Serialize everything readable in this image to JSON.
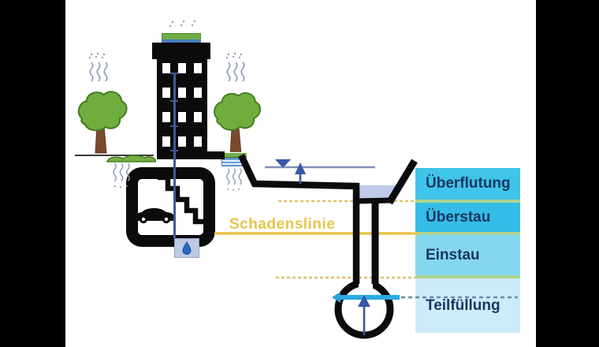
{
  "panel": {
    "bands": [
      {
        "label": "Überflutung",
        "color": "#41c4ea"
      },
      {
        "label": "Überstau",
        "color": "#35bce7"
      },
      {
        "label": "Einstau",
        "color": "#86d6f1"
      },
      {
        "label": "Teilfüllung",
        "color": "#cdebf8"
      }
    ],
    "separator_color": "#aed491",
    "text_color": "#17375e"
  },
  "annotations": {
    "damage_line_label": "Schadenslinie",
    "damage_line_color": "#e8c44a",
    "guide_dash_color": "#dfc169"
  },
  "colors": {
    "background": "#000000",
    "canvas": "#ffffff",
    "structure_black": "#0b0b0b",
    "tree_foliage": "#6fae3e",
    "tree_trunk": "#7b4a2d",
    "roof_green": "#70ad47",
    "roof_blue": "#4a7ebb",
    "rain_gray": "#8d9cb5",
    "water_surface_line": "#8090b8",
    "arrow_blue": "#3a57a7",
    "basin_water": "#bfcbe9",
    "sewer_water": "#29abe2",
    "flow_dash_blue": "#6d89a8",
    "droplet_blue": "#2d66c0"
  },
  "icons": [
    "building-icon",
    "green-roof-icon",
    "tree-icon",
    "shrub-icon",
    "rain-icon",
    "garage-icon",
    "stairs-icon",
    "car-icon",
    "droplet-icon",
    "downpipe-icon",
    "water-surface-icon",
    "flow-arrow-icon",
    "street-profile-icon",
    "sewer-pipe-icon"
  ]
}
